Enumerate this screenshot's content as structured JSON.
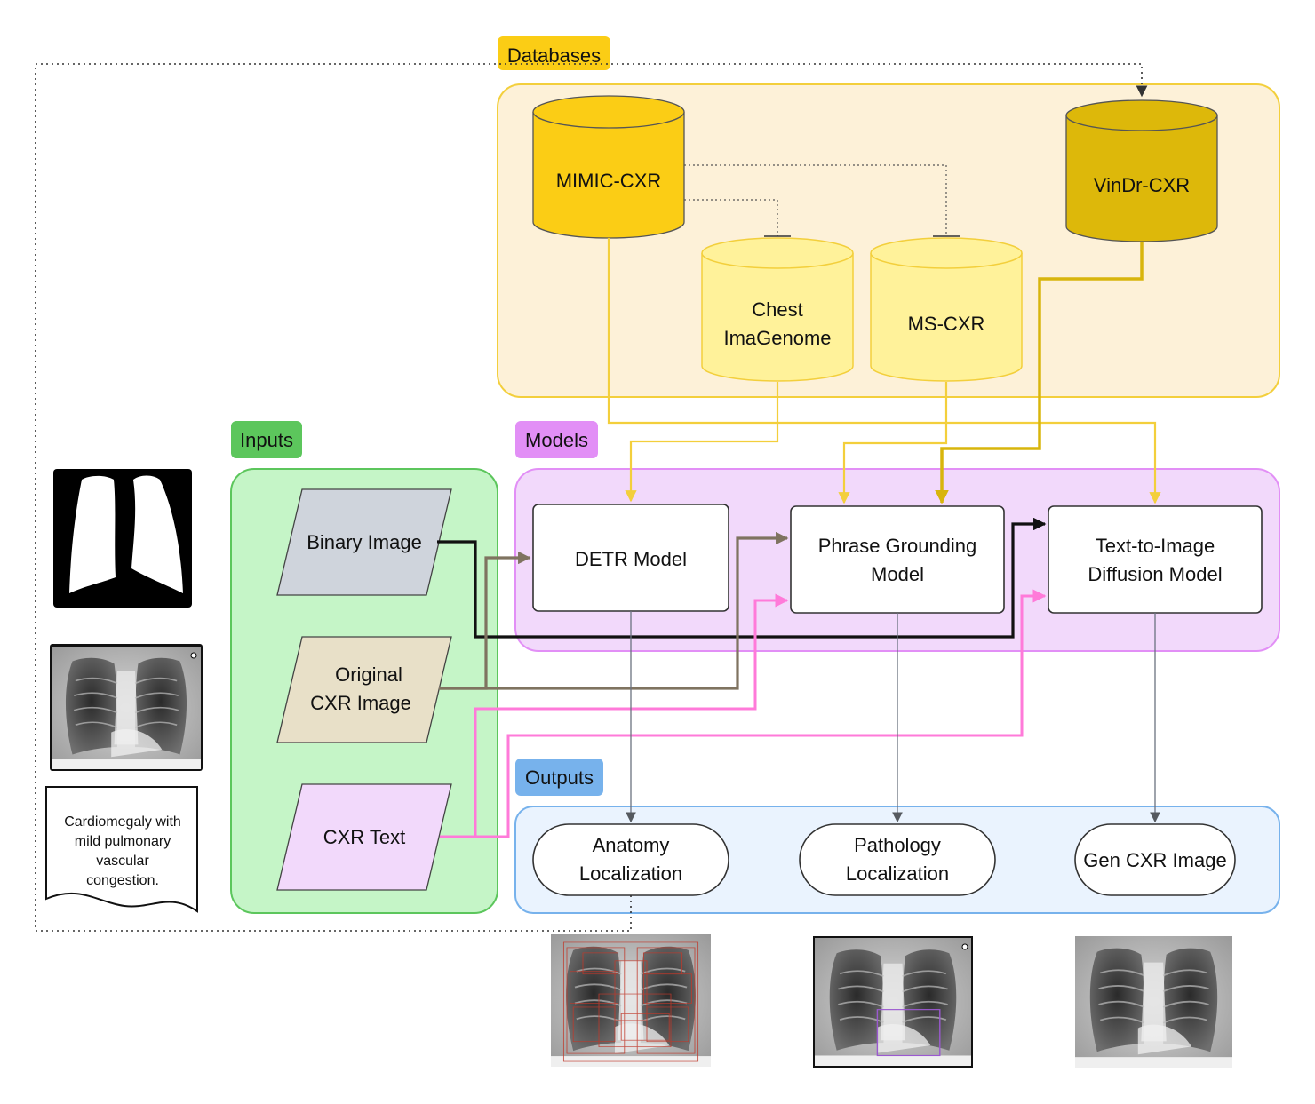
{
  "groups": {
    "databases": "Databases",
    "inputs": "Inputs",
    "models": "Models",
    "outputs": "Outputs"
  },
  "databases": {
    "mimic": "MIMIC-CXR",
    "vindr": "VinDr-CXR",
    "chest_line1": "Chest",
    "chest_line2": "ImaGenome",
    "mscxr": "MS-CXR"
  },
  "inputs": {
    "binary": "Binary Image",
    "original_line1": "Original",
    "original_line2": "CXR Image",
    "text": "CXR Text"
  },
  "models": {
    "detr": "DETR Model",
    "phrase_line1": "Phrase Grounding",
    "phrase_line2": "Model",
    "t2i_line1": "Text-to-Image",
    "t2i_line2": "Diffusion Model"
  },
  "outputs": {
    "anatomy_line1": "Anatomy",
    "anatomy_line2": "Localization",
    "pathology_line1": "Pathology",
    "pathology_line2": "Localization",
    "gen": "Gen CXR Image"
  },
  "report": {
    "line1": "Cardiomegaly with",
    "line2": "mild pulmonary",
    "line3": "vascular",
    "line4": "congestion."
  },
  "colors": {
    "databases_fill": "#fdf1d8",
    "databases_stroke": "#f3cf3c",
    "inputs_fill": "#c5f5c7",
    "inputs_stroke": "#5cc65c",
    "models_fill": "#f2d9fb",
    "models_stroke": "#e28ff6",
    "outputs_fill": "#eaf3fe",
    "outputs_stroke": "#77b2ec",
    "mimic": "#fbcd15",
    "vindr": "#ddb80a",
    "chest_mscxr": "#fff29a",
    "binary_input": "#cfd4dc",
    "original_input": "#e8e0c8",
    "text_input": "#f2d9fb",
    "arrow_yellow": "#f3cf3c",
    "arrow_gold": "#d8b50c",
    "arrow_brown": "#7f7360",
    "arrow_pink": "#ff7ad9",
    "arrow_black": "#111111",
    "arrow_gray": "#6b7280"
  }
}
